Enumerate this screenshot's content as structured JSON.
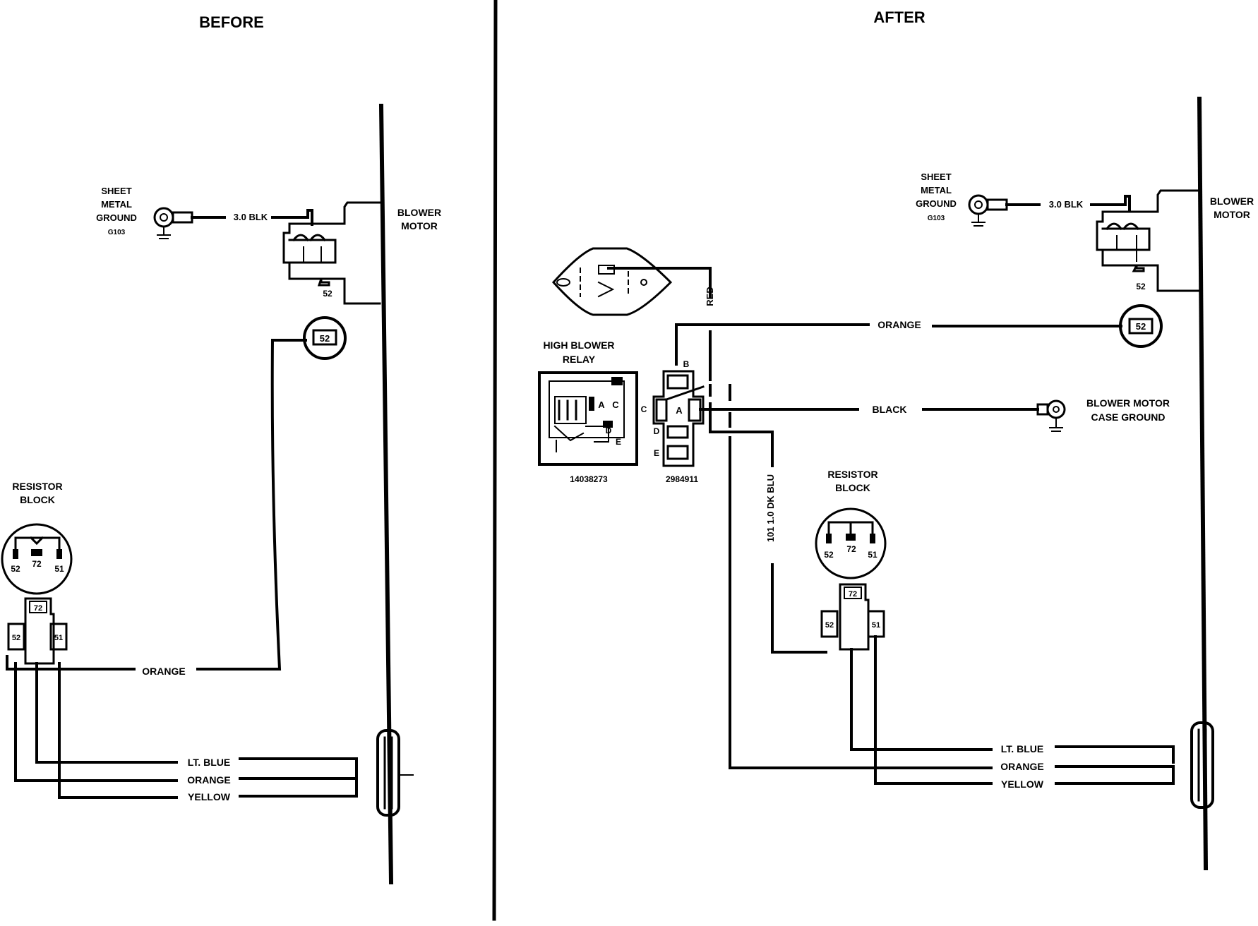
{
  "before": {
    "title": "BEFORE",
    "sheet_metal_ground": [
      "SHEET",
      "METAL",
      "GROUND",
      "G103"
    ],
    "ground_wire": "3.0 BLK",
    "blower_motor": [
      "BLOWER",
      "MOTOR"
    ],
    "motor_terminal": "52",
    "connector_terminal": "52",
    "resistor_block": [
      "RESISTOR",
      "BLOCK"
    ],
    "resistor_pins": [
      "52",
      "72",
      "51"
    ],
    "connector_pins": [
      "52",
      "72",
      "51"
    ],
    "wires": {
      "orange": "ORANGE",
      "lt_blue": "LT. BLUE",
      "orange2": "ORANGE",
      "yellow": "YELLOW"
    }
  },
  "after": {
    "title": "AFTER",
    "sheet_metal_ground": [
      "SHEET",
      "METAL",
      "GROUND",
      "G103"
    ],
    "ground_wire": "3.0 BLK",
    "blower_motor": [
      "BLOWER",
      "MOTOR"
    ],
    "motor_terminal": "52",
    "connector_terminal": "52",
    "red_wire": "RED",
    "orange_wire": "ORANGE",
    "black_wire": "BLACK",
    "case_ground": [
      "BLOWER MOTOR",
      "CASE GROUND"
    ],
    "relay_title": [
      "HIGH BLOWER",
      "RELAY"
    ],
    "relay_part": "14038273",
    "socket_part": "2984911",
    "relay_pins": [
      "B",
      "A",
      "C",
      "D",
      "E"
    ],
    "socket_pins": [
      "B",
      "C",
      "A",
      "D",
      "E"
    ],
    "dk_blu_wire": "101 1.0 DK BLU",
    "resistor_block": [
      "RESISTOR",
      "BLOCK"
    ],
    "resistor_pins": [
      "52",
      "72",
      "51"
    ],
    "connector_pins": [
      "72",
      "52",
      "51"
    ],
    "wires": {
      "lt_blue": "LT. BLUE",
      "orange": "ORANGE",
      "yellow": "YELLOW"
    }
  }
}
